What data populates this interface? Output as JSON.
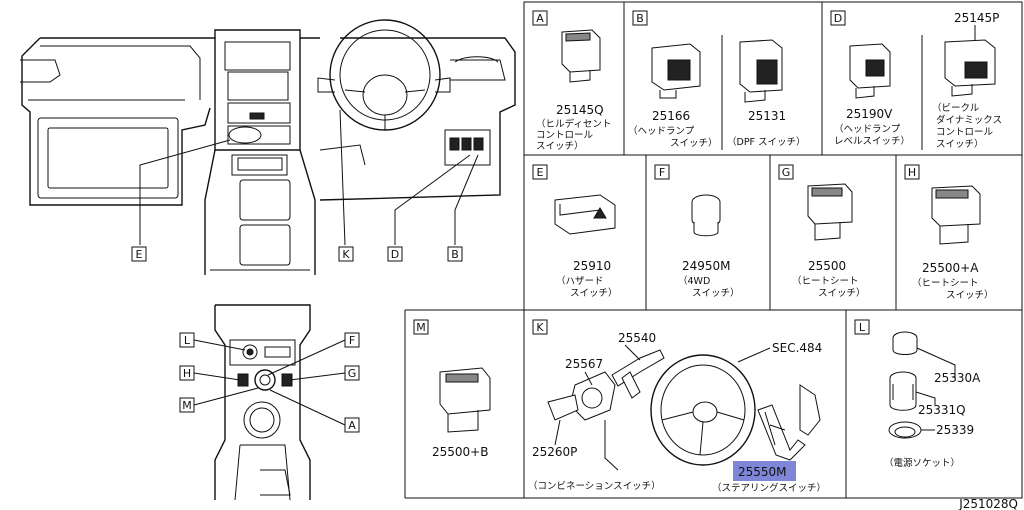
{
  "diagram_id": "J251028Q",
  "callouts": {
    "E": "E",
    "K": "K",
    "D": "D",
    "B": "B",
    "L": "L",
    "F": "F",
    "H": "H",
    "G": "G",
    "M": "M",
    "A": "A"
  },
  "panels": {
    "A": {
      "letter": "A",
      "part": "25145Q",
      "lines": [
        "（ヒルディセント",
        "コントロール",
        "スイッチ）"
      ]
    },
    "B": {
      "letter": "B",
      "part1": "25166",
      "lines1": [
        "（ヘッドランプ",
        "スイッチ）"
      ],
      "part2": "25131",
      "lines2": [
        "（DPF スイッチ）"
      ]
    },
    "D": {
      "letter": "D",
      "part1": "25190V",
      "lines1": [
        "（ヘッドランプ",
        "レベルスイッチ）"
      ],
      "part2": "25145P",
      "lines2": [
        "（ビークル",
        "ダイナミックス",
        "コントロール",
        "スイッチ）"
      ]
    },
    "E": {
      "letter": "E",
      "part": "25910",
      "lines": [
        "（ハザード",
        "スイッチ）"
      ]
    },
    "F": {
      "letter": "F",
      "part": "24950M",
      "lines": [
        "（4WD",
        "スイッチ）"
      ]
    },
    "G": {
      "letter": "G",
      "part": "25500",
      "lines": [
        "（ヒートシート",
        "スイッチ）"
      ]
    },
    "H": {
      "letter": "H",
      "part": "25500+A",
      "lines": [
        "（ヒートシート",
        "スイッチ）"
      ]
    },
    "M": {
      "letter": "M",
      "part": "25500+B"
    },
    "K": {
      "letter": "K",
      "p1": "25540",
      "p2": "25567",
      "p3": "25260P",
      "p4": "SEC.484",
      "p5": "25550M",
      "caption_left": "（コンビネーションスイッチ）",
      "caption_right": "（ステアリングスイッチ）"
    },
    "L": {
      "letter": "L",
      "p1": "25330A",
      "p2": "25331Q",
      "p3": "25339",
      "caption": "（電源ソケット）"
    }
  }
}
